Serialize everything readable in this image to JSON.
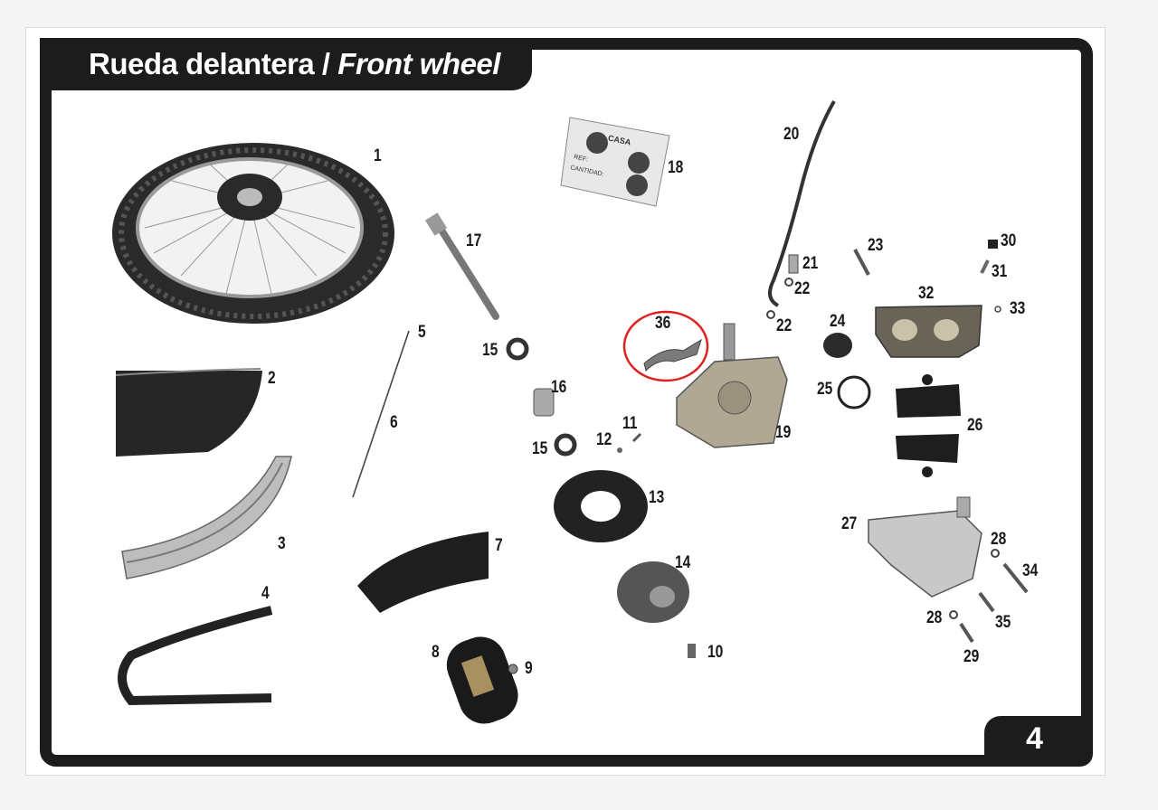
{
  "header": {
    "title_es": "Rueda delantera",
    "separator": "/",
    "title_en": "Front wheel"
  },
  "page_number": "4",
  "part_labels": {
    "p1": "1",
    "p2": "2",
    "p3": "3",
    "p4": "4",
    "p5": "5",
    "p6": "6",
    "p7": "7",
    "p8": "8",
    "p9": "9",
    "p10": "10",
    "p11": "11",
    "p12": "12",
    "p13": "13",
    "p14": "14",
    "p15a": "15",
    "p15b": "15",
    "p16": "16",
    "p17": "17",
    "p18": "18",
    "p19": "19",
    "p20": "20",
    "p21": "21",
    "p22a": "22",
    "p22b": "22",
    "p23": "23",
    "p24": "24",
    "p25": "25",
    "p26": "26",
    "p27": "27",
    "p28a": "28",
    "p28b": "28",
    "p29": "29",
    "p30": "30",
    "p31": "31",
    "p32": "32",
    "p33": "33",
    "p34": "34",
    "p35": "35",
    "p36": "36"
  },
  "package_text": {
    "brand": "CASA",
    "ref": "REF:",
    "qty": "CANTIDAD:"
  },
  "colors": {
    "frame": "#1c1c1c",
    "highlight_circle": "#e0201c"
  }
}
